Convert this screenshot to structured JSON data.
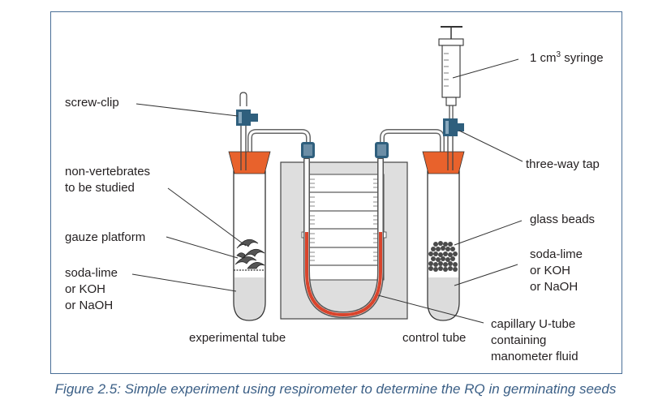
{
  "labels": {
    "screw_clip": "screw-clip",
    "non_vertebrates_line1": "non-vertebrates",
    "non_vertebrates_line2": "to be studied",
    "gauze_platform": "gauze platform",
    "soda_lime_left_1": "soda-lime",
    "soda_lime_left_2": "or KOH",
    "soda_lime_left_3": "or NaOH",
    "experimental_tube": "experimental tube",
    "control_tube": "control tube",
    "syringe_pre": "1 cm",
    "syringe_sup": "3",
    "syringe_post": " syringe",
    "three_way_tap": "three-way tap",
    "glass_beads": "glass beads",
    "soda_lime_right_1": "soda-lime",
    "soda_lime_right_2": "or KOH",
    "soda_lime_right_3": "or NaOH",
    "capillary_1": "capillary U-tube",
    "capillary_2": "containing",
    "capillary_3": "manometer fluid"
  },
  "caption": "Figure 2.5: Simple experiment using respirometer to determine the RQ in germinating seeds",
  "colors": {
    "frame": "#4a6f97",
    "stopper": "#e8622c",
    "manometer_fluid": "#d9442c",
    "connector": "#2f5f7d",
    "caption": "#3b5f86",
    "board": "#dedede"
  }
}
